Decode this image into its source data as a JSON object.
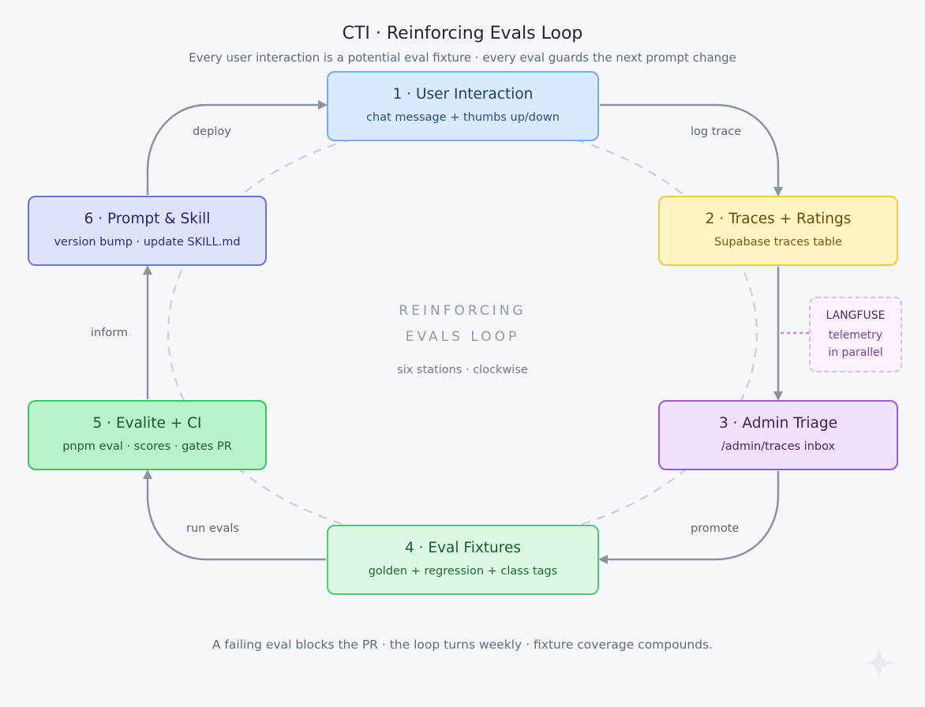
{
  "title": "CTI · Reinforcing Evals Loop",
  "subtitle": "Every user interaction is a potential eval fixture · every eval guards the next prompt change",
  "footer": "A failing eval blocks the PR · the loop turns weekly · fixture coverage compounds.",
  "center": {
    "line1": "REINFORCING",
    "line2": "EVALS LOOP",
    "note": "six stations · clockwise"
  },
  "nodes": [
    {
      "id": "1",
      "title": "1 · User Interaction",
      "subtitle": "chat message + thumbs up/down"
    },
    {
      "id": "2",
      "title": "2 · Traces + Ratings",
      "subtitle": "Supabase traces table"
    },
    {
      "id": "3",
      "title": "3 · Admin Triage",
      "subtitle": "/admin/traces inbox"
    },
    {
      "id": "4",
      "title": "4 · Eval Fixtures",
      "subtitle": "golden + regression + class tags"
    },
    {
      "id": "5",
      "title": "5 · Evalite + CI",
      "subtitle": "pnpm eval · scores · gates PR"
    },
    {
      "id": "6",
      "title": "6 · Prompt & Skill",
      "subtitle": "version bump · update SKILL.md"
    }
  ],
  "edges": [
    {
      "from": "6",
      "to": "1",
      "label": "deploy"
    },
    {
      "from": "1",
      "to": "2",
      "label": "log trace"
    },
    {
      "from": "2",
      "to": "3",
      "label": ""
    },
    {
      "from": "3",
      "to": "4",
      "label": "promote"
    },
    {
      "from": "4",
      "to": "5",
      "label": "run evals"
    },
    {
      "from": "5",
      "to": "6",
      "label": "inform"
    }
  ],
  "side_note": {
    "line1": "LANGFUSE",
    "line2": "telemetry",
    "line3": "in parallel"
  },
  "colors": {
    "arrow": "#8a939f",
    "dashed_ring": "#cfd4da",
    "side_note_border": "#e2b6ee"
  }
}
